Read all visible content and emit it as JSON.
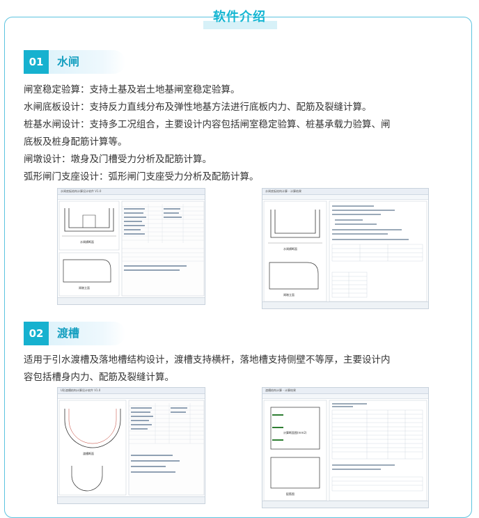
{
  "header": {
    "title": "软件介绍"
  },
  "sections": [
    {
      "num": "01",
      "title": "水闸",
      "lines": [
        "闸室稳定验算：支持土基及岩土地基闸室稳定验算。",
        "水闸底板设计：支持反力直线分布及弹性地基方法进行底板内力、配筋及裂缝计算。",
        "桩基水闸设计：支持多工况组合，主要设计内容包括闸室稳定验算、桩基承载力验算、闸",
        "底板及桩身配筋计算等。",
        "闸墩设计：墩身及门槽受力分析及配筋计算。",
        "弧形闸门支座设计：弧形闸门支座受力分析及配筋计算。"
      ]
    },
    {
      "num": "02",
      "title": "渡槽",
      "lines": [
        "适用于引水渡槽及落地槽结构设计，渡槽支持横杆，落地槽支持侧壁不等厚，主要设计内",
        "容包括槽身内力、配筋及裂缝计算。"
      ]
    }
  ],
  "screens": {
    "s1": {
      "title": "水闸底板结构计算设计软件 V1.0",
      "drawing": "水闸横断面",
      "drawing2": "闸墩立面"
    },
    "s2": {
      "title": "水闸底板结构计算 - 计算结果",
      "drawing": "水闸横断面",
      "drawing2": "闸墩立面"
    },
    "s3": {
      "title": "U形渡槽结构计算设计软件 V1.0",
      "drawing": "渡槽断面"
    },
    "s4": {
      "title": "渡槽结构计算 - 计算结果",
      "drawing": "计算断面图(mm2)",
      "drawing2": "配筋图"
    }
  },
  "colors": {
    "accent": "#16b1cf",
    "frame": "#5cc3df",
    "text": "#333333"
  }
}
